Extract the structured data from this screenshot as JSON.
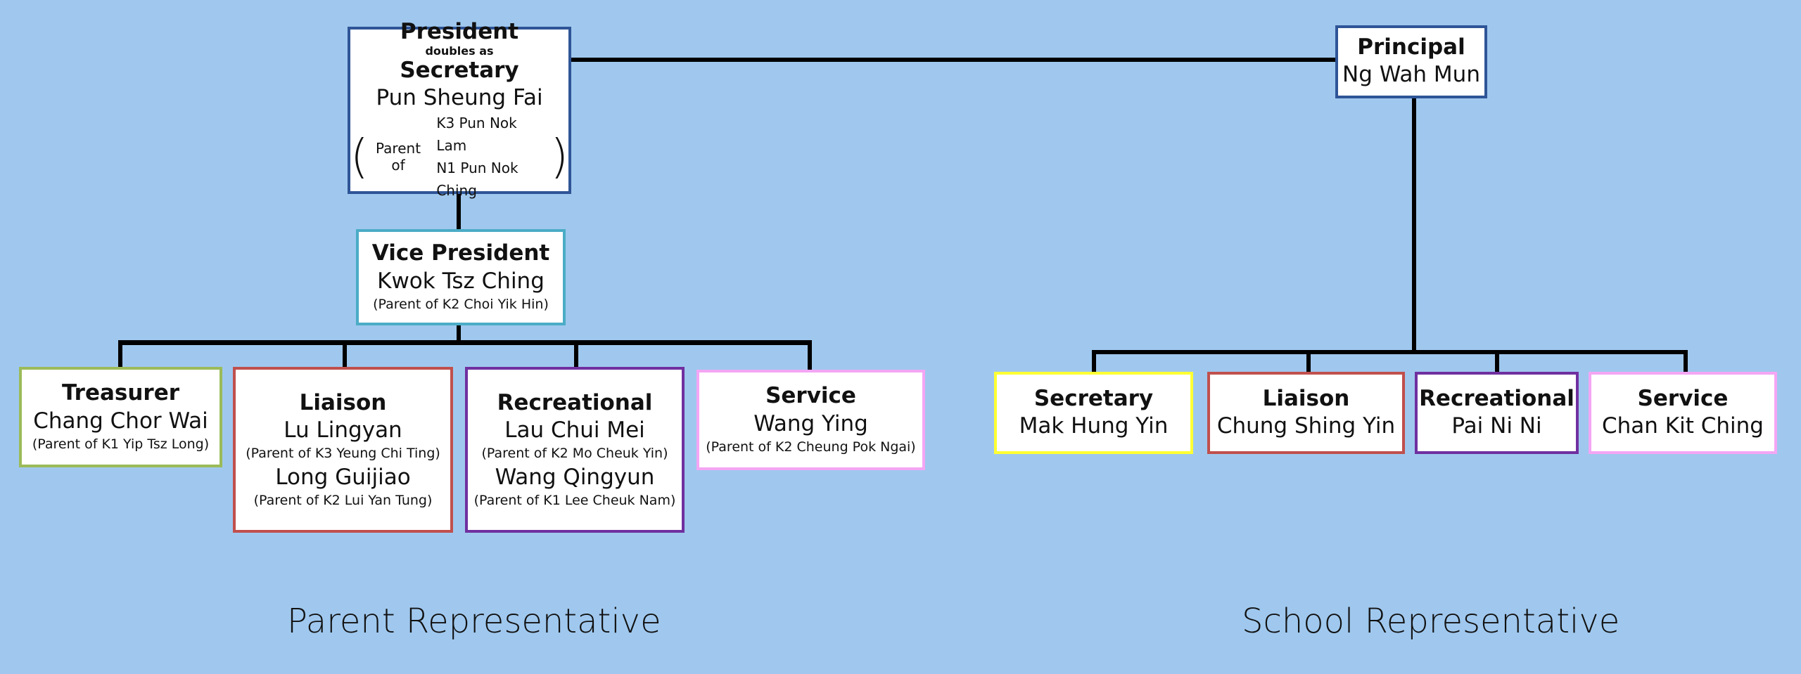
{
  "colors": {
    "background": "#a0c8ee",
    "connector": "#000000",
    "president_border": "#2f5597",
    "vice_president_border": "#4bacc6",
    "treasurer_border": "#9bbb59",
    "liaison_border": "#c0504d",
    "recreational_border": "#7030a0",
    "service_border": "#f4a6f4",
    "secretary_border": "#ffff33",
    "principal_border": "#2f5597"
  },
  "parent": {
    "section_title": "Parent Representative",
    "president": {
      "role": "President",
      "connector": "doubles as",
      "role2": "Secretary",
      "name": "Pun Sheung Fai",
      "parent_label": "Parent of",
      "children": [
        "K3 Pun Nok Lam",
        "N1 Pun Nok Ching"
      ],
      "open_paren": "(",
      "close_paren": ")"
    },
    "vice_president": {
      "role": "Vice President",
      "name": "Kwok Tsz Ching",
      "note": "(Parent of K2 Choi Yik Hin)"
    },
    "treasurer": {
      "role": "Treasurer",
      "name": "Chang Chor Wai",
      "note": "(Parent of K1 Yip Tsz Long)"
    },
    "liaison": {
      "role": "Liaison",
      "members": [
        {
          "name": "Lu Lingyan",
          "note": "(Parent of K3 Yeung Chi Ting)"
        },
        {
          "name": "Long Guijiao",
          "note": "(Parent of K2 Lui Yan Tung)"
        }
      ]
    },
    "recreational": {
      "role": "Recreational",
      "members": [
        {
          "name": "Lau Chui Mei",
          "note": "(Parent of K2 Mo Cheuk Yin)"
        },
        {
          "name": "Wang Qingyun",
          "note": "(Parent of K1 Lee Cheuk Nam)"
        }
      ]
    },
    "service": {
      "role": "Service",
      "name": "Wang Ying",
      "note": "(Parent of K2 Cheung Pok Ngai)"
    }
  },
  "school": {
    "section_title": "School Representative",
    "principal": {
      "role": "Principal",
      "name": "Ng Wah Mun"
    },
    "secretary": {
      "role": "Secretary",
      "name": "Mak Hung Yin"
    },
    "liaison": {
      "role": "Liaison",
      "name": "Chung Shing Yin"
    },
    "recreational": {
      "role": "Recreational",
      "name": "Pai Ni Ni"
    },
    "service": {
      "role": "Service",
      "name": "Chan Kit Ching"
    }
  }
}
